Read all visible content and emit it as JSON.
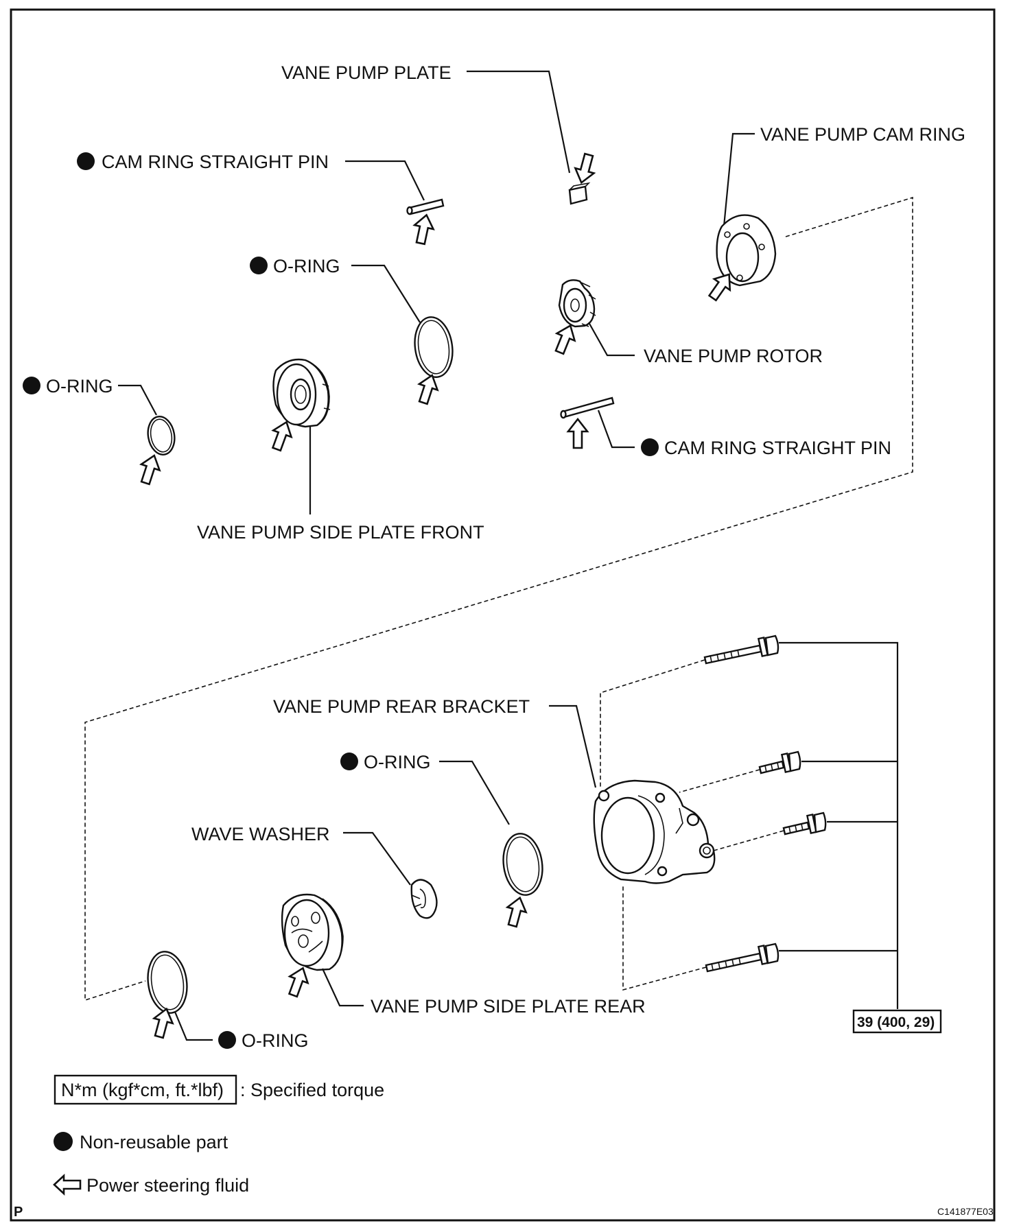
{
  "labels": {
    "vane_pump_plate": "VANE PUMP PLATE",
    "cam_ring_straight_pin_top": "CAM RING STRAIGHT PIN",
    "vane_pump_cam_ring": "VANE PUMP CAM RING",
    "o_ring_upper_mid": "O-RING",
    "vane_pump_rotor": "VANE PUMP ROTOR",
    "o_ring_upper_left": "O-RING",
    "cam_ring_straight_pin_right": "CAM RING STRAIGHT PIN",
    "vane_pump_side_plate_front": "VANE PUMP SIDE PLATE FRONT",
    "vane_pump_rear_bracket": "VANE PUMP REAR BRACKET",
    "o_ring_lower_mid": "O-RING",
    "wave_washer": "WAVE WASHER",
    "vane_pump_side_plate_rear": "VANE PUMP SIDE PLATE REAR",
    "o_ring_lower_left": "O-RING",
    "torque_value": "39 (400, 29)"
  },
  "legend": {
    "torque_units": "N*m (kgf*cm, ft.*lbf)",
    "torque_text": ": Specified torque",
    "non_reusable": "Non-reusable part",
    "fluid": "Power steering fluid"
  },
  "footer": {
    "page_marker": "P",
    "figure_code": "C141877E03"
  },
  "icons": [
    "non-reusable-dot-icon",
    "fluid-arrow-icon"
  ]
}
